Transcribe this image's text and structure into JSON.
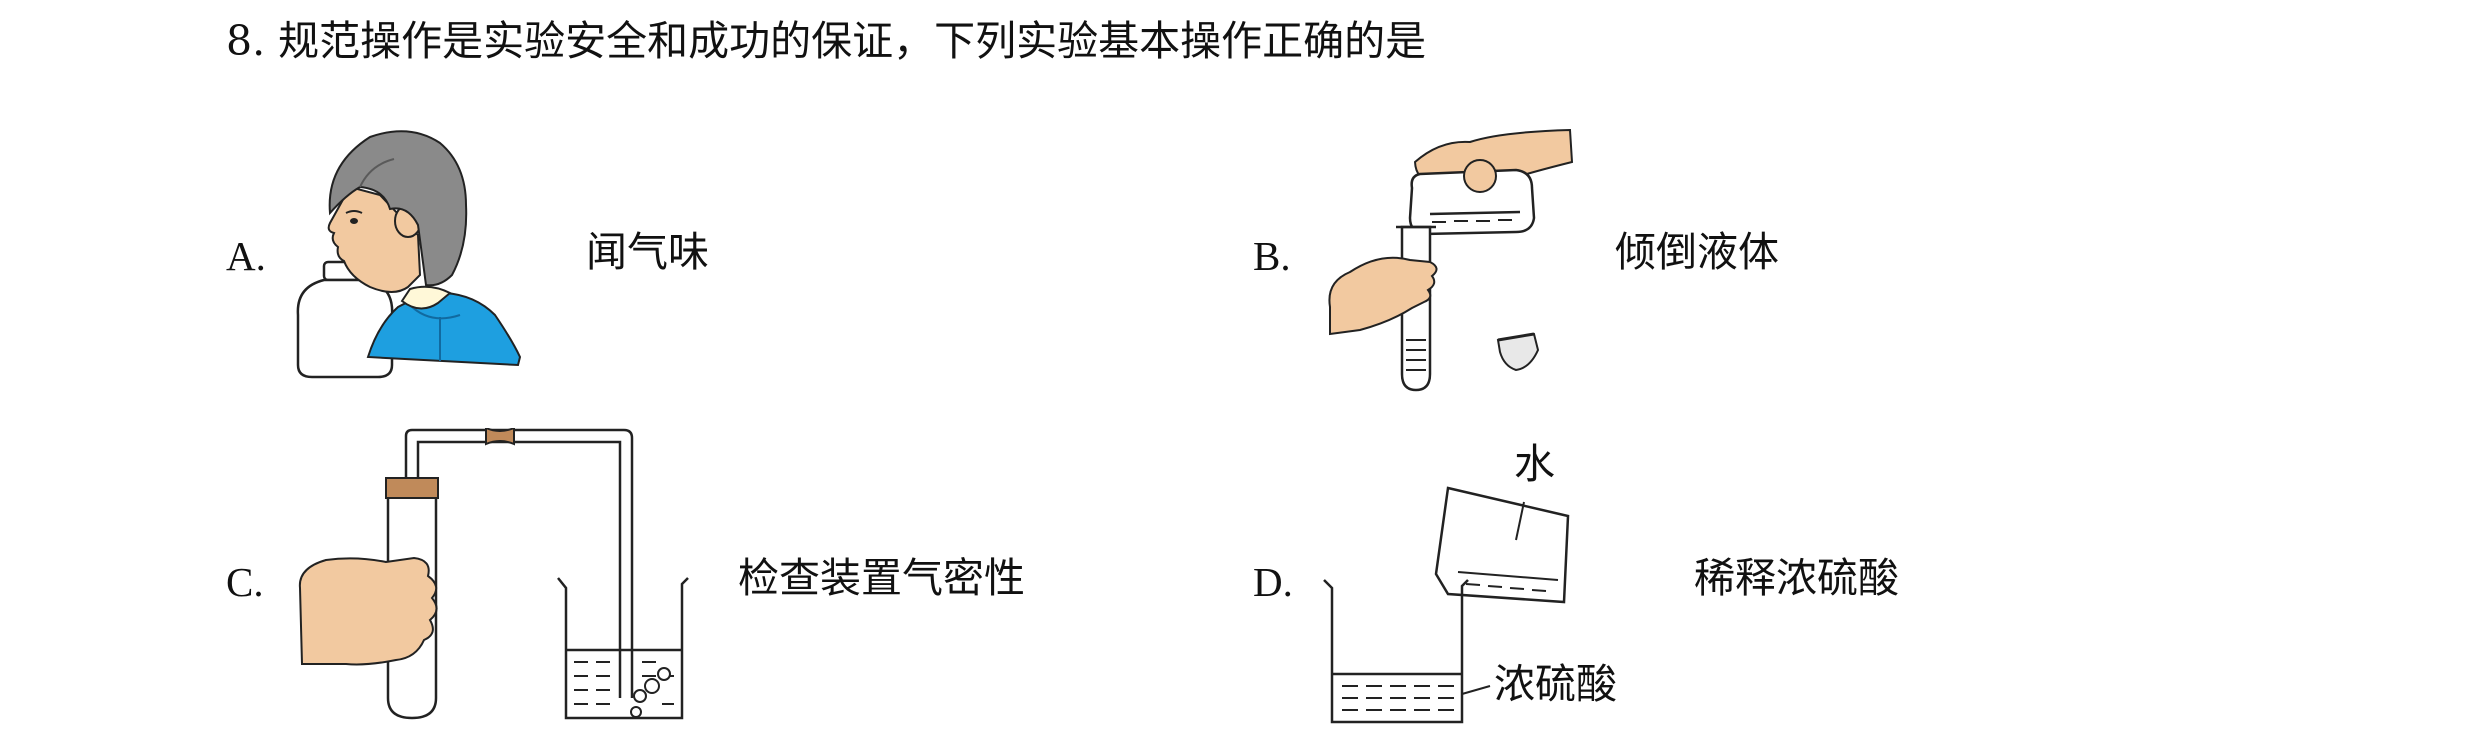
{
  "question": {
    "number": "8.",
    "text": "规范操作是实验安全和成功的保证，下列实验基本操作正确的是"
  },
  "options": [
    {
      "letter": "A.",
      "caption": "闻气味"
    },
    {
      "letter": "B.",
      "caption": "倾倒液体"
    },
    {
      "letter": "C.",
      "caption": "检查装置气密性"
    },
    {
      "letter": "D.",
      "caption": "稀释浓硫酸",
      "label_water": "水",
      "label_acid": "浓硫酸"
    }
  ],
  "colors": {
    "skin": "#f2c9a0",
    "hair": "#8a8a8a",
    "shirt": "#1e9fe0",
    "stopper": "#c08a5a",
    "stroke": "#222222"
  }
}
